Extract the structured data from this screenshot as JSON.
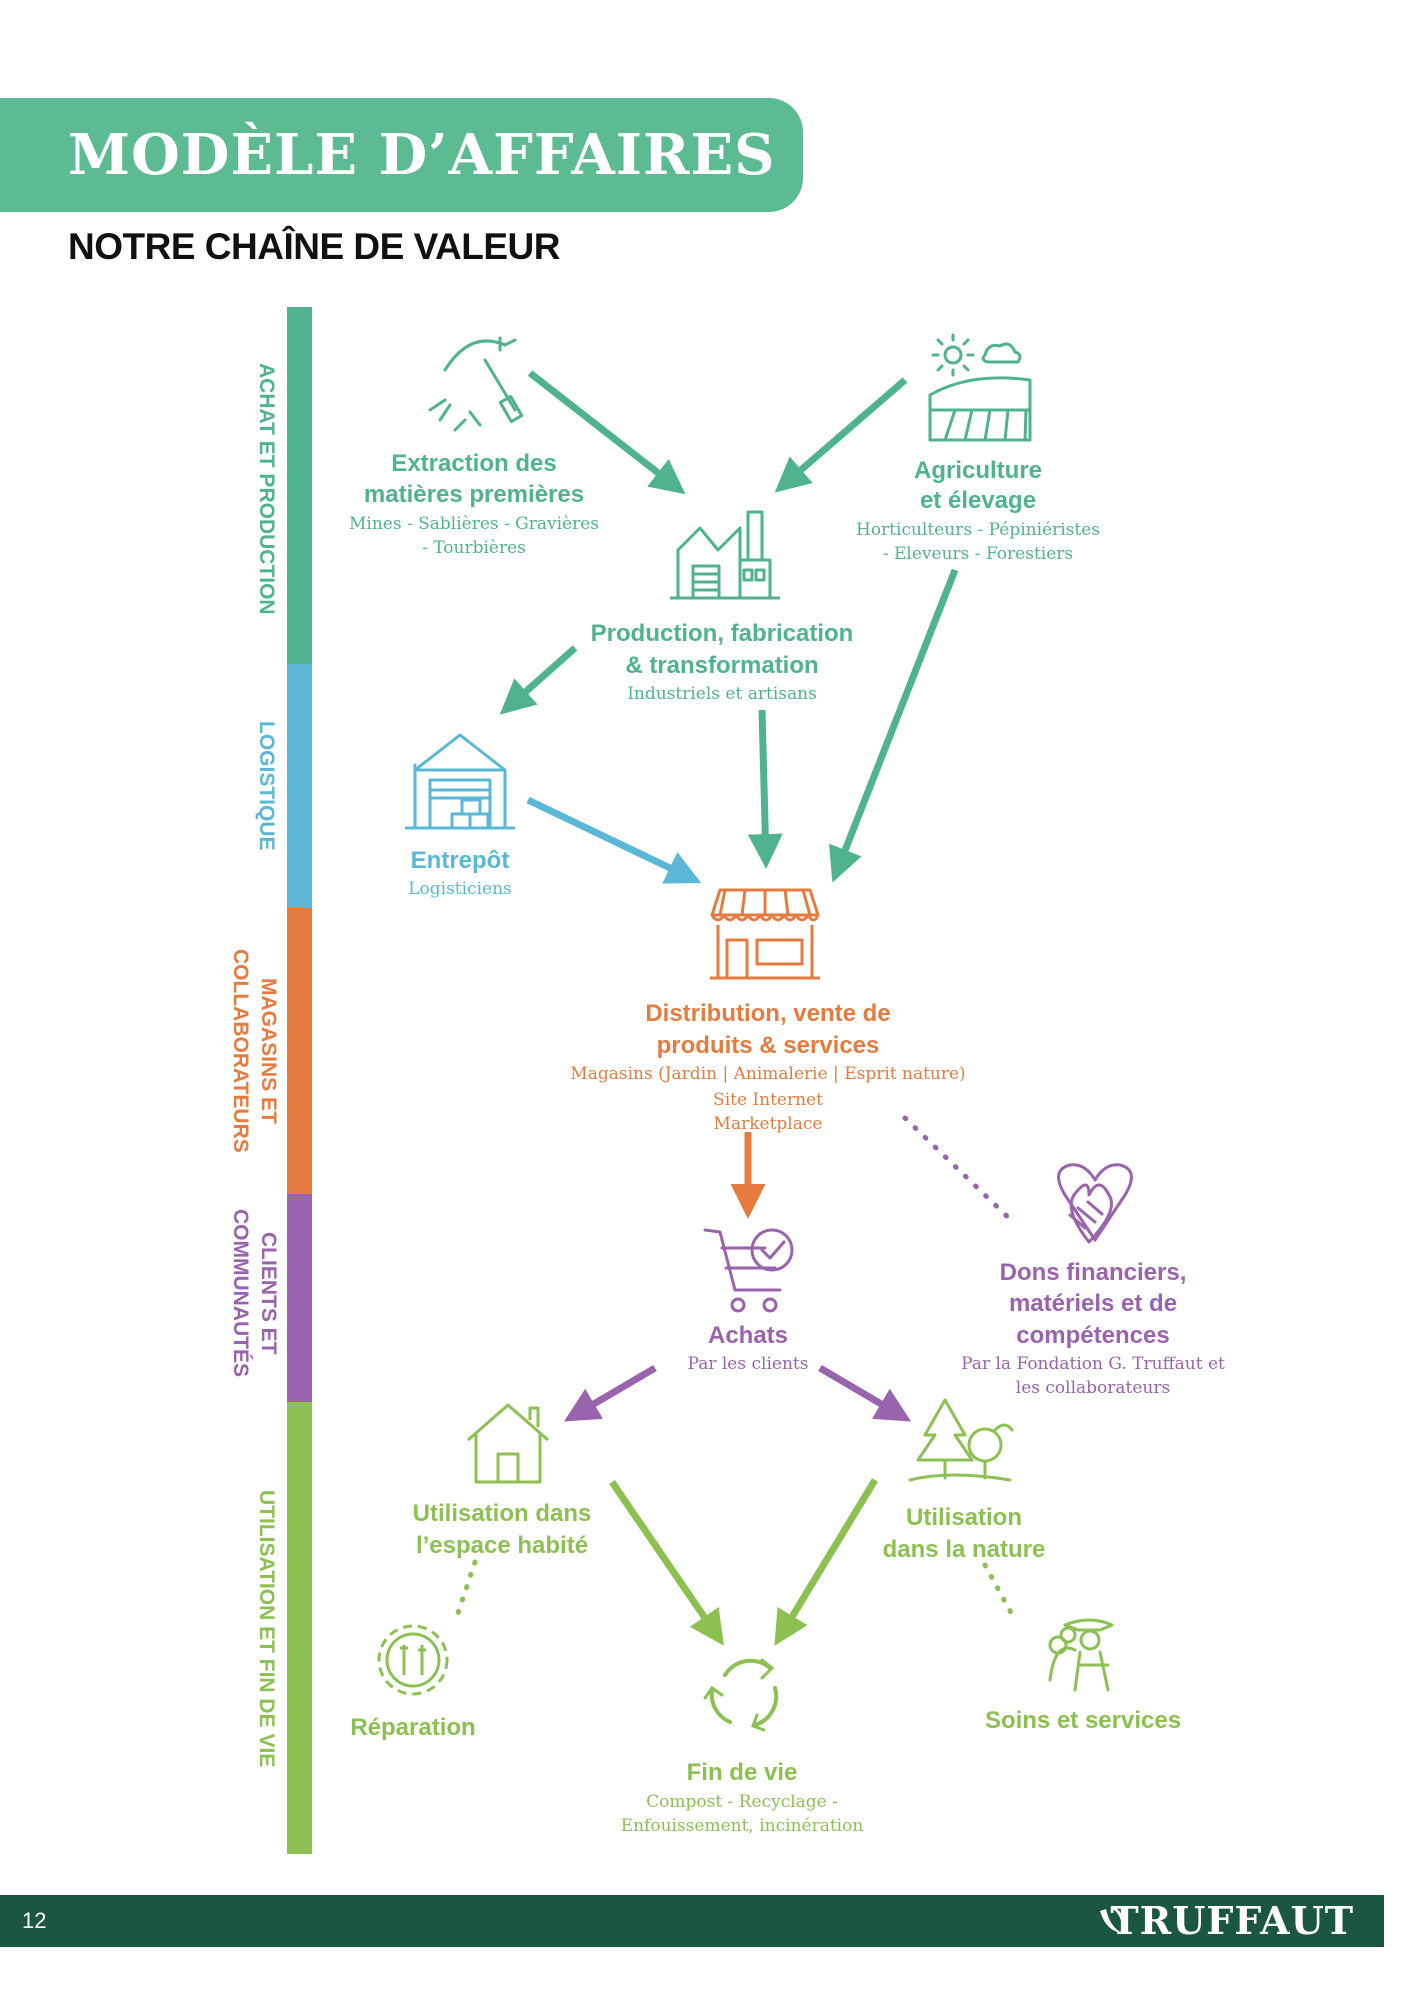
{
  "page": {
    "title": "MODÈLE D’AFFAIRES",
    "subtitle": "NOTRE CHAÎNE DE VALEUR",
    "page_number": "12",
    "brand": "TRUFFAUT"
  },
  "colors": {
    "banner": "#5dbb91",
    "achat": "#4fb38e",
    "logistique": "#5ab8d6",
    "magasins": "#e57b3f",
    "clients": "#9a63ad",
    "utilisation": "#8cc152",
    "footer": "#1b5640"
  },
  "stages": [
    {
      "id": "achat",
      "label": "ACHAT ET PRODUCTION"
    },
    {
      "id": "logistique",
      "label": "LOGISTIQUE"
    },
    {
      "id": "magasins",
      "label": "MAGASINS ET COLLABORATEURS"
    },
    {
      "id": "clients",
      "label": "CLIENTS ET COMMUNAUTÉS"
    },
    {
      "id": "utilisation",
      "label": "UTILISATION ET FIN DE VIE"
    }
  ],
  "nodes": {
    "extraction": {
      "icon": "pickaxe-icon",
      "title_lines": [
        "Extraction des",
        "matières premières"
      ],
      "sub_lines": [
        "Mines - Sablières - Gravières",
        "- Tourbières"
      ]
    },
    "agriculture": {
      "icon": "field-icon",
      "title_lines": [
        "Agriculture",
        "et élevage"
      ],
      "sub_lines": [
        "Horticulteurs - Pépiniéristes",
        "- Eleveurs - Forestiers"
      ]
    },
    "production": {
      "icon": "factory-icon",
      "title_lines": [
        "Production, fabrication",
        "& transformation"
      ],
      "sub_lines": [
        "Industriels et artisans"
      ]
    },
    "entrepot": {
      "icon": "warehouse-icon",
      "title_lines": [
        "Entrepôt"
      ],
      "sub_lines": [
        "Logisticiens"
      ]
    },
    "distribution": {
      "icon": "storefront-icon",
      "title_lines": [
        "Distribution, vente de",
        "produits & services"
      ],
      "sub_lines": [
        "Magasins (Jardin | Animalerie | Esprit nature)",
        "Site Internet",
        "Marketplace"
      ]
    },
    "achats": {
      "icon": "cart-icon",
      "title_lines": [
        "Achats"
      ],
      "sub_lines": [
        "Par les clients"
      ]
    },
    "dons": {
      "icon": "handshake-heart-icon",
      "title_lines": [
        "Dons financiers,",
        "matériels et de",
        "compétences"
      ],
      "sub_lines": [
        "Par la Fondation G. Truffaut et",
        "les collaborateurs"
      ]
    },
    "espace_habite": {
      "icon": "house-icon",
      "title_lines": [
        "Utilisation dans",
        "l’espace habité"
      ]
    },
    "nature": {
      "icon": "trees-icon",
      "title_lines": [
        "Utilisation",
        "dans la nature"
      ]
    },
    "reparation": {
      "icon": "gear-tools-icon",
      "title_lines": [
        "Réparation"
      ]
    },
    "soins": {
      "icon": "gardener-icon",
      "title_lines": [
        "Soins et services"
      ]
    },
    "fin_de_vie": {
      "icon": "recycle-icon",
      "title_lines": [
        "Fin de vie"
      ],
      "sub_lines": [
        "Compost - Recyclage -",
        "Enfouissement, incinération"
      ]
    }
  }
}
